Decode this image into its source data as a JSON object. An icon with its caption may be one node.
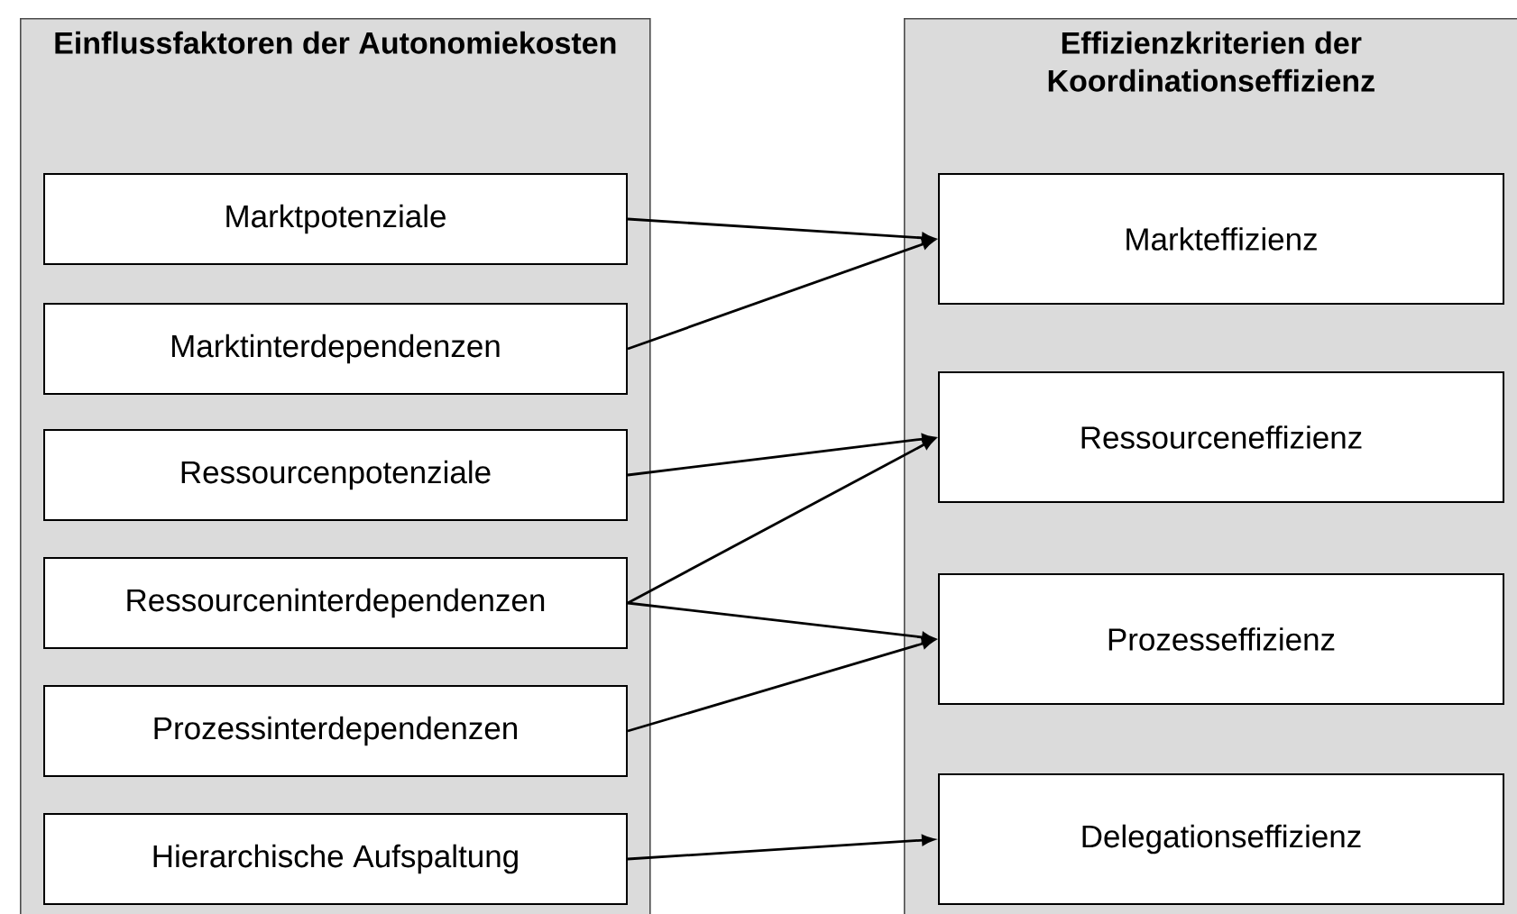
{
  "diagram": {
    "nodes": [
      {
        "text": [
          "Einflussfaktoren der Autonomiekosten"
        ]
      },
      {
        "text": [
          "Marktpotenziale"
        ],
        "in": 0
      },
      {
        "text": [
          "Marktinterdependenzen"
        ],
        "in": 0
      },
      {
        "text": [
          "Ressourcenpotenziale"
        ],
        "in": 0
      },
      {
        "text": [
          "Ressourceninterdependenzen"
        ],
        "in": 0
      },
      {
        "text": [
          "Prozessinterdependenzen"
        ],
        "in": 0
      },
      {
        "text": [
          "Hierarchische Aufspaltung"
        ],
        "in": 0
      },
      {
        "text": [
          "Effizienzkriterien der Koordinationseffizienz"
        ]
      },
      {
        "text": [
          "Markteffizienz"
        ],
        "in": 7
      },
      {
        "text": [
          "Ressourceneffizienz"
        ],
        "in": 7
      },
      {
        "text": [
          "Prozesseffizienz"
        ],
        "in": 7
      },
      {
        "text": [
          "Delegationseffizienz"
        ],
        "in": 7
      }
    ],
    "edges": [
      {
        "from": 1,
        "to": 8,
        "arrow": "to"
      },
      {
        "from": 2,
        "to": 8,
        "arrow": "to"
      },
      {
        "from": 3,
        "to": 9,
        "arrow": "to"
      },
      {
        "from": 4,
        "to": 9,
        "arrow": "to"
      },
      {
        "from": 4,
        "to": 10,
        "arrow": "to"
      },
      {
        "from": 5,
        "to": 10,
        "arrow": "to"
      },
      {
        "from": 6,
        "to": 11,
        "arrow": "to"
      }
    ]
  }
}
